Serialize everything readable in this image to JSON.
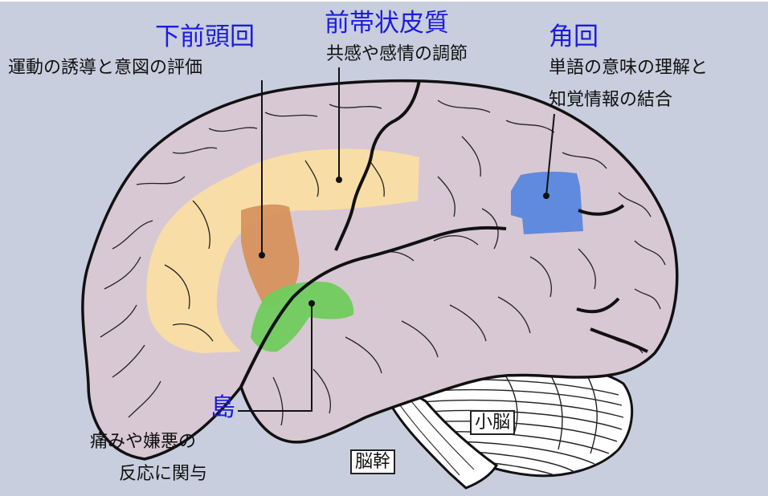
{
  "regions": {
    "ifg": {
      "name": "下前頭回",
      "description": "運動の誘導と意図の評価",
      "color": "#d7925e"
    },
    "acc": {
      "name": "前帯状皮質",
      "description": "共感や感情の調節",
      "color": "#fbe0a2"
    },
    "angular": {
      "name": "角回",
      "description_line1": "単語の意味の理解と",
      "description_line2": "知覚情報の結合",
      "color": "#5a87dd"
    },
    "insula": {
      "name": "島",
      "description_line1": "痛みや嫌悪の",
      "description_line2": "反応に関与",
      "color": "#6fcc5d"
    }
  },
  "structures": {
    "cerebellum": "小脳",
    "brainstem": "脳幹"
  },
  "colors": {
    "title_text": "#1c1ce0",
    "background": "#c8cedd",
    "brain_fill": "#d8c8d3",
    "outline": "#111111"
  }
}
